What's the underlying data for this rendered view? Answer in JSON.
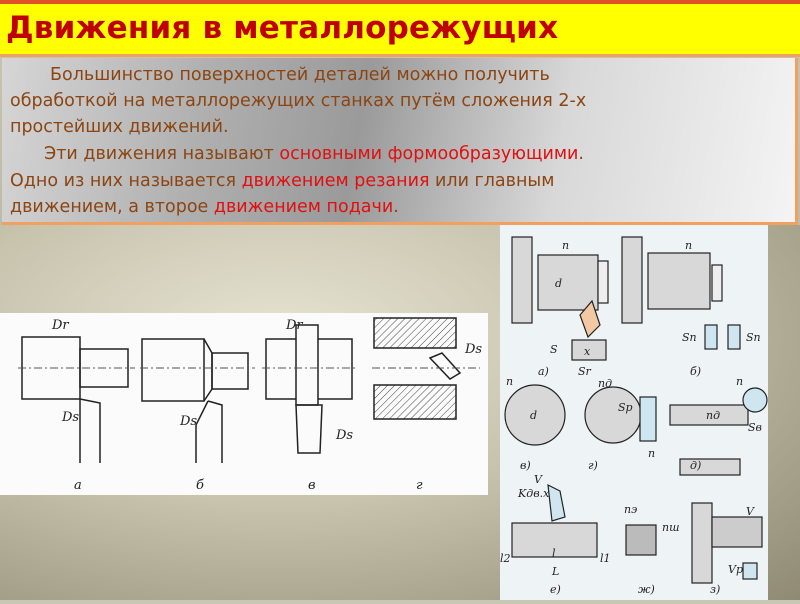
{
  "title": "Движения в металлорежущих",
  "paragraphs": {
    "p1_line1": "Большинство поверхностей деталей можно получить",
    "p1_line2": "обработкой на металлорежущих  станках путём сложения 2-х",
    "p1_line3": "простейших движений.",
    "p2_line1_a": "Эти движения называют ",
    "p2_line1_red": "основными формообразующими",
    "p2_line1_b": ".",
    "p2_line2_a": "Одно из них называется ",
    "p2_line2_red": "движением резания",
    "p2_line2_b": " или главным",
    "p2_line3_a": "движением, а второе ",
    "p2_line3_red": "движением подачи",
    "p2_line3_b": "."
  },
  "colors": {
    "title": "#c00000",
    "title_bg": "#ffff00",
    "body_text": "#8b4513",
    "highlight": "#e01010"
  },
  "figure_left": {
    "labels": {
      "a": "а",
      "b": "б",
      "v": "в",
      "g": "г"
    },
    "dr": "Dr",
    "ds": "Ds"
  },
  "figure_right": {
    "labels": {
      "a": "а)",
      "b": "б)",
      "v": "в)",
      "g": "г)",
      "d": "д)",
      "e": "е)",
      "zh": "ж)",
      "z": "з)"
    },
    "n": "n",
    "d": "d",
    "s": "S",
    "x": "x",
    "sn": "Sп",
    "sr": "Sr",
    "nd": "nд",
    "sp": "Sр",
    "sv": "Sв",
    "v": "V",
    "kdvx": "Kдв.x",
    "l": "l",
    "L": "L",
    "l1": "l1",
    "l2": "l2",
    "ne": "nэ",
    "nsh": "nш",
    "vp": "Vр"
  }
}
